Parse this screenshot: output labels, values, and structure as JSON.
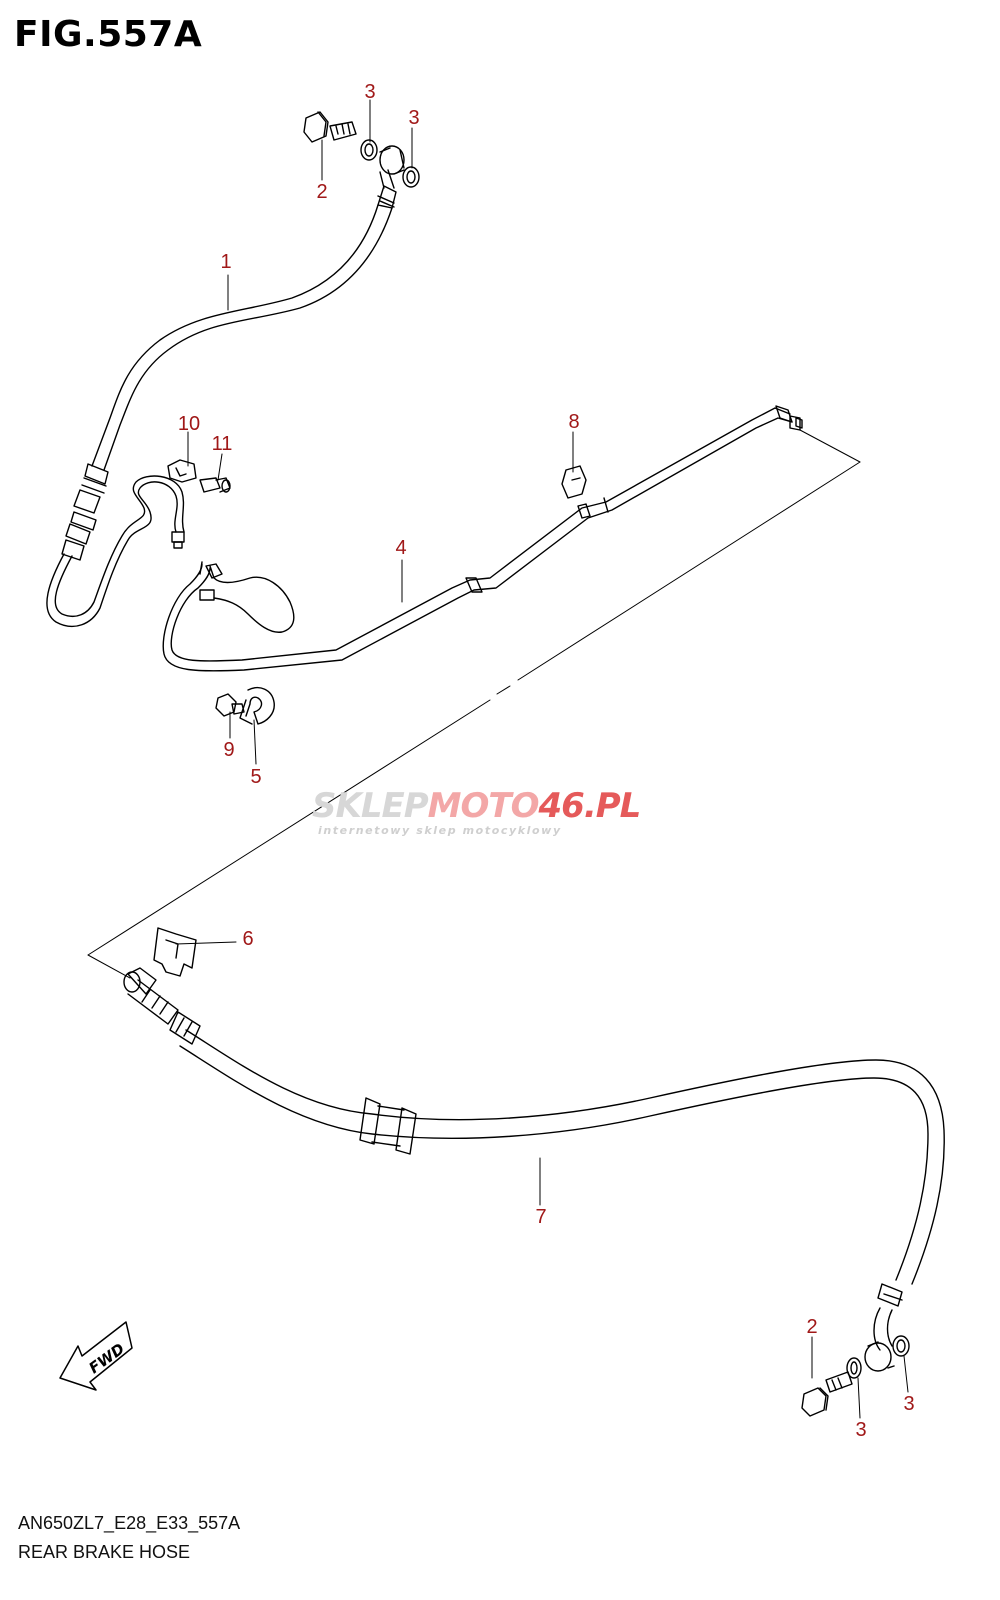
{
  "figure": {
    "title": "FIG.557A",
    "code": "AN650ZL7_E28_E33_557A",
    "name": "REAR BRAKE HOSE"
  },
  "watermark": {
    "brand_part1": "SKLEP",
    "brand_part2": "MOTO",
    "brand_part3": "46.PL",
    "tagline": "internetowy sklep motocyklowy"
  },
  "fwd_label": "FWD",
  "callouts": [
    {
      "id": "c1",
      "label": "1"
    },
    {
      "id": "c2a",
      "label": "2"
    },
    {
      "id": "c3a",
      "label": "3"
    },
    {
      "id": "c3b",
      "label": "3"
    },
    {
      "id": "c4",
      "label": "4"
    },
    {
      "id": "c5",
      "label": "5"
    },
    {
      "id": "c6",
      "label": "6"
    },
    {
      "id": "c7",
      "label": "7"
    },
    {
      "id": "c8",
      "label": "8"
    },
    {
      "id": "c9",
      "label": "9"
    },
    {
      "id": "c10",
      "label": "10"
    },
    {
      "id": "c11",
      "label": "11"
    },
    {
      "id": "c2b",
      "label": "2"
    },
    {
      "id": "c3c",
      "label": "3"
    },
    {
      "id": "c3d",
      "label": "3"
    }
  ],
  "colors": {
    "callout": "#a01818",
    "line": "#000000"
  }
}
